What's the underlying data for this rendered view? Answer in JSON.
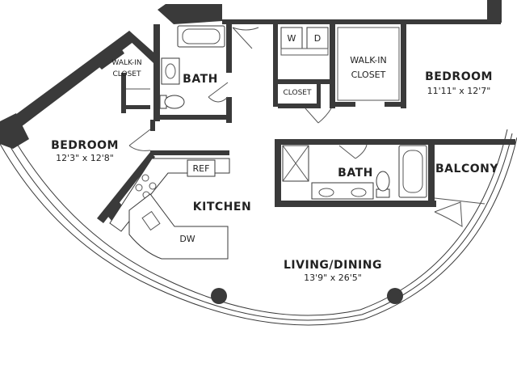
{
  "rooms": {
    "bedroom_left": {
      "name": "BEDROOM",
      "dims": "12'3\" x 12'8\""
    },
    "bedroom_right": {
      "name": "BEDROOM",
      "dims": "11'11\" x 12'7\""
    },
    "walk_in_closet_left": {
      "line1": "WALK-IN",
      "line2": "CLOSET"
    },
    "walk_in_closet_right": {
      "line1": "WALK-IN",
      "line2": "CLOSET"
    },
    "bath_top": {
      "name": "BATH"
    },
    "bath_center": {
      "name": "BATH"
    },
    "closet": {
      "name": "CLOSET"
    },
    "kitchen": {
      "name": "KITCHEN"
    },
    "balcony": {
      "name": "BALCONY"
    },
    "living_dining": {
      "name": "LIVING/DINING",
      "dims": "13'9\" x 26'5\""
    }
  },
  "appliances": {
    "washer": "W",
    "dryer": "D",
    "refrigerator": "REF",
    "dishwasher": "DW"
  },
  "colors": {
    "wall": "#3a3a3a",
    "background": "#ffffff"
  }
}
